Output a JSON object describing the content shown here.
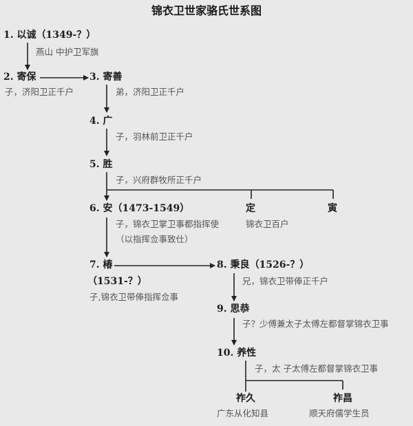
{
  "title": "锦衣卫世家骆氏世系图",
  "people": [
    {
      "label": "1. 以诚（1349-？）",
      "desc": "燕山 中护卫军旗"
    },
    {
      "label": "2. 寄保",
      "desc": "子，济阳卫正千户"
    },
    {
      "label": "3. 寄善",
      "desc": "弟，济阳卫正千户"
    },
    {
      "label": "4. 广",
      "desc": "子，羽林前卫正千户"
    },
    {
      "label": "5. 胜",
      "desc": "子，兴府群牧所正千户"
    },
    {
      "label": "6. 安（1473-1549）",
      "desc": "子，锦衣卫掌卫事都指挥使",
      "desc2": "（以指挥佥事致仕）"
    },
    {
      "label": "定",
      "desc": "锦衣卫百户"
    },
    {
      "label": "寅"
    },
    {
      "label": "7. 椿",
      "dates": "（1531-？）",
      "desc": "子,锦衣卫带俸指挥佥事"
    },
    {
      "label": "8. 秉良（1526-？）",
      "desc": "兄，锦衣卫带俸正千户"
    },
    {
      "label": "9. 思恭",
      "desc": "子？少傅兼太子太傅左都督掌锦衣卫事"
    },
    {
      "label": "10. 养性",
      "desc": "子，太 子太傅左都督掌锦衣卫事"
    },
    {
      "label": "祚久",
      "desc": "广东从化知县"
    },
    {
      "label": "祚昌",
      "desc": "顺天府儒学生员"
    }
  ]
}
